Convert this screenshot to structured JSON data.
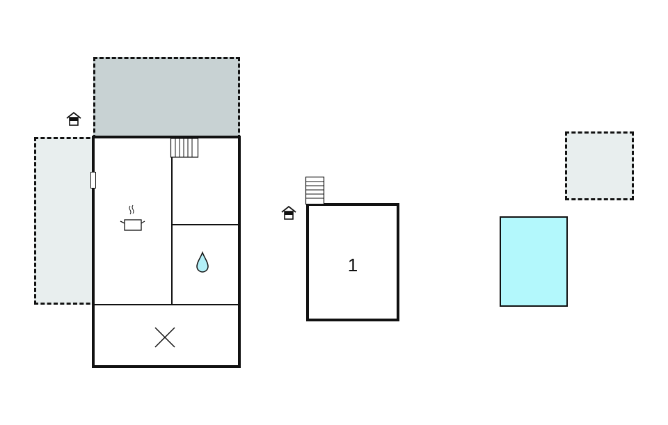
{
  "plan": {
    "colors": {
      "wall": "#111111",
      "terrace_covered": "#c8d2d3",
      "terrace_open": "#e8eeee",
      "pool": "#b3f8fc",
      "water_drop": "#b3f0f8",
      "background": "#ffffff"
    },
    "main_house": {
      "rooms": [
        {
          "name": "kitchen",
          "icon": "cooking-pot-icon"
        },
        {
          "name": "stair-room",
          "icon": "stairs-icon"
        },
        {
          "name": "bathroom",
          "icon": "water-drop-icon"
        },
        {
          "name": "bedroom",
          "icon": "x-mark-icon"
        }
      ],
      "entrance_icon": "entrance-house-icon"
    },
    "annex": {
      "label": "1",
      "entrance_icon": "entrance-house-icon",
      "icon": "stairs-icon"
    },
    "pool": {
      "name": "swimming-pool"
    },
    "terraces": [
      {
        "name": "covered-terrace-north"
      },
      {
        "name": "terrace-west"
      },
      {
        "name": "terrace-east"
      }
    ]
  }
}
